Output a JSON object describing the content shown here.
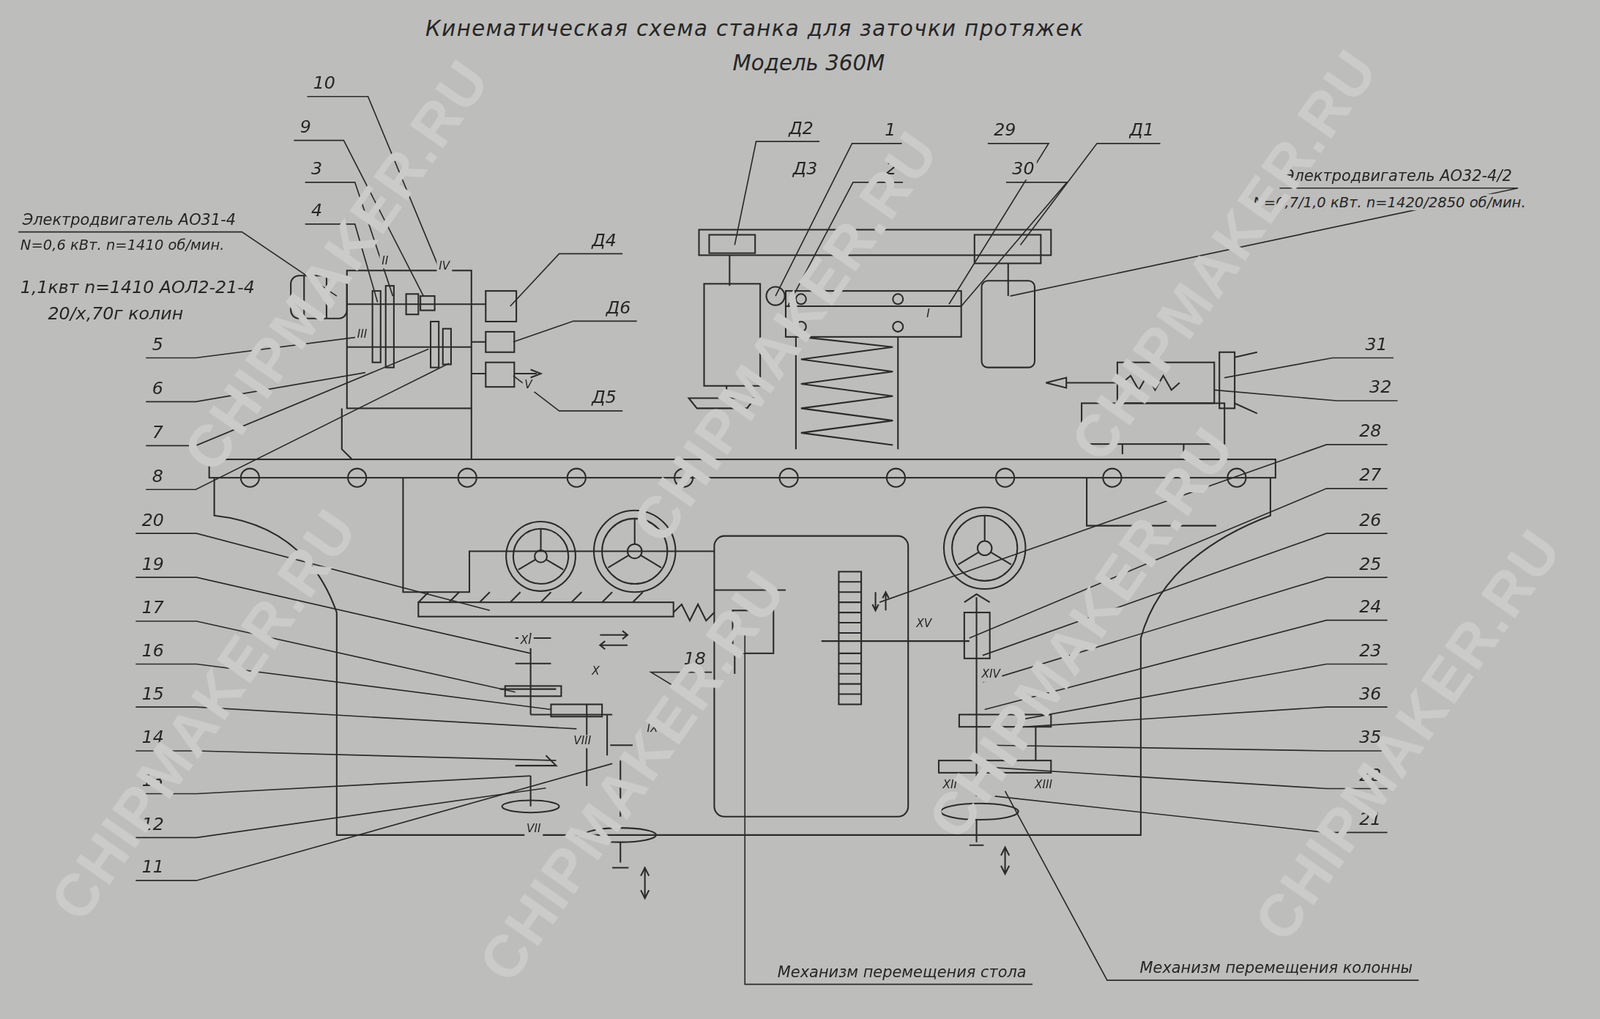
{
  "diagram": {
    "title": "Кинематическая схема станка для заточки протяжек",
    "labels": [
      "Модель 360М",
      "Электродвигатель АО31-4",
      "N=0,6 кВт. n=1410 об/мин.",
      "1,1квт n=1410 АОЛ2-21-4",
      "20/х,70г колин",
      "Электродвигатель АО32-4/2",
      "N=0,7/1,0 кВт. n=1420/2850 об/мин.",
      "10",
      "9",
      "3",
      "4",
      "5",
      "6",
      "7",
      "8",
      "20",
      "19",
      "17",
      "16",
      "15",
      "14",
      "13",
      "12",
      "11",
      "Д2",
      "Д3",
      "1",
      "2",
      "29",
      "30",
      "Д1",
      "Д4",
      "Д6",
      "Д5",
      "31",
      "32",
      "28",
      "27",
      "26",
      "25",
      "24",
      "23",
      "36",
      "35",
      "22",
      "21",
      "18",
      "I",
      "II",
      "III",
      "IV",
      "V",
      "VII",
      "VIII",
      "IX",
      "X",
      "XI",
      "XII",
      "XIII",
      "XIV",
      "XV",
      "Механизм перемещения стола",
      "Механизм перемещения колонны",
      "CHIPMAKER.RU",
      "CHIPMAKER.RU",
      "CHIPMAKER.RU",
      "CHIPMAKER.RU",
      "CHIPMAKER.RU",
      "CHIPMAKER.RU",
      "CHIPMAKER.RU"
    ]
  }
}
